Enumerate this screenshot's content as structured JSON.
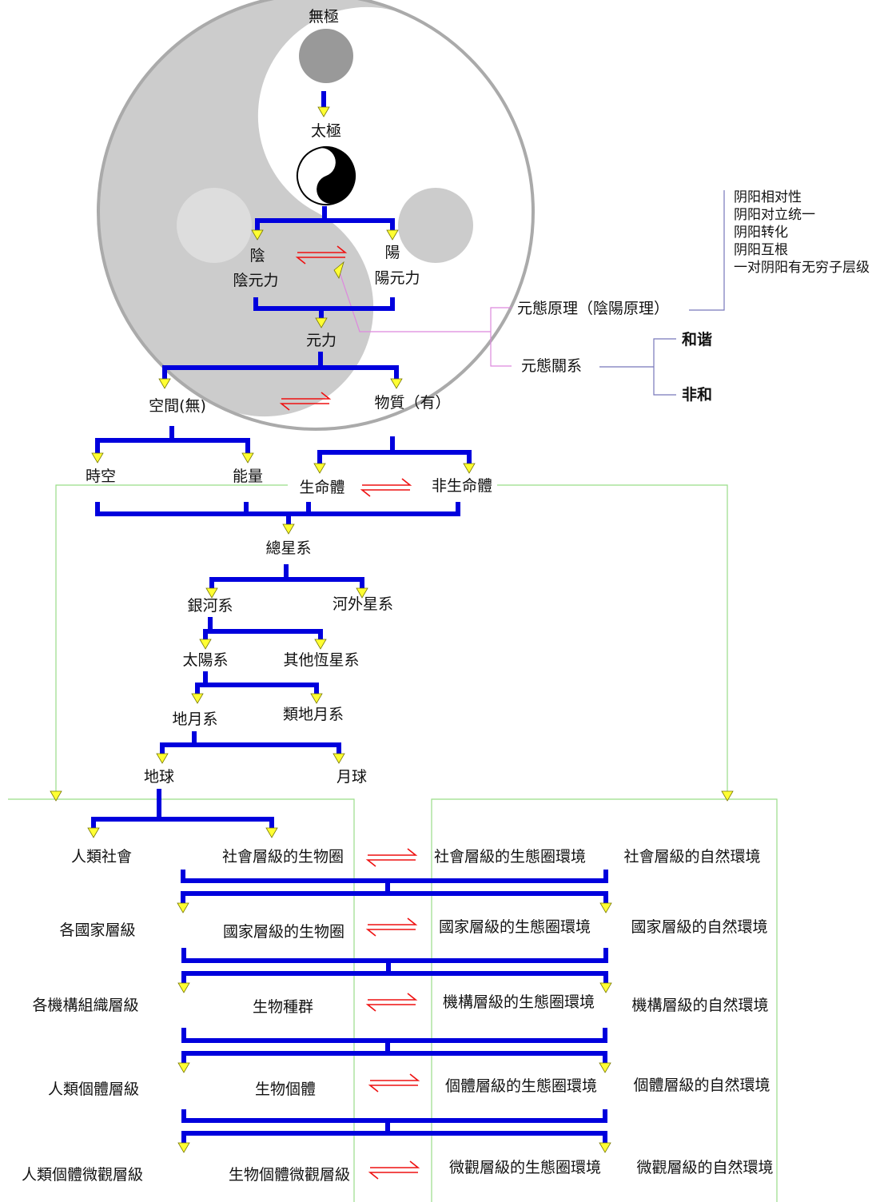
{
  "diagram": {
    "nodes": {
      "wuji": "無極",
      "taiji": "太極",
      "yin": "陰",
      "yin_force": "陰元力",
      "yang": "陽",
      "yang_force": "陽元力",
      "yuanli": "元力",
      "space": "空間(無)",
      "matter": "物質（有）",
      "spacetime": "時空",
      "energy": "能量",
      "living": "生命體",
      "nonliving": "非生命體",
      "universe": "總星系",
      "milky_way": "銀河系",
      "extragalactic": "河外星系",
      "solar_system": "太陽系",
      "other_stars": "其他恆星系",
      "earth_moon": "地月系",
      "earth_moon_like": "類地月系",
      "earth": "地球",
      "moon": "月球"
    },
    "principles": {
      "yuantai_principle": "元態原理（陰陽原理）",
      "yuantai_relation": "元態關系",
      "harmony": "和谐",
      "nonharmony": "非和",
      "notes": [
        "阴阳相对性",
        "阴阳对立统一",
        "阴阳转化",
        "阴阳互根",
        "一对阴阳有无穷子层级"
      ]
    },
    "levels": [
      {
        "society": "人類社會",
        "bio": "社會層級的生物圈",
        "eco": "社會層級的生態圈環境",
        "nature": "社會層級的自然環境"
      },
      {
        "society": "各國家層級",
        "bio": "國家層級的生物圈",
        "eco": "國家層級的生態圈環境",
        "nature": "國家層級的自然環境"
      },
      {
        "society": "各機構組織層級",
        "bio": "生物種群",
        "eco": "機構層級的生態圈環境",
        "nature": "機構層級的自然環境"
      },
      {
        "society": "人類個體層級",
        "bio": "生物個體",
        "eco": "個體層級的生態圈環境",
        "nature": "個體層級的自然環境"
      },
      {
        "society": "人類個體微觀層級",
        "bio": "生物個體微觀層級",
        "eco": "微觀層級的生態圈環境",
        "nature": "微觀層級的自然環境"
      }
    ]
  }
}
